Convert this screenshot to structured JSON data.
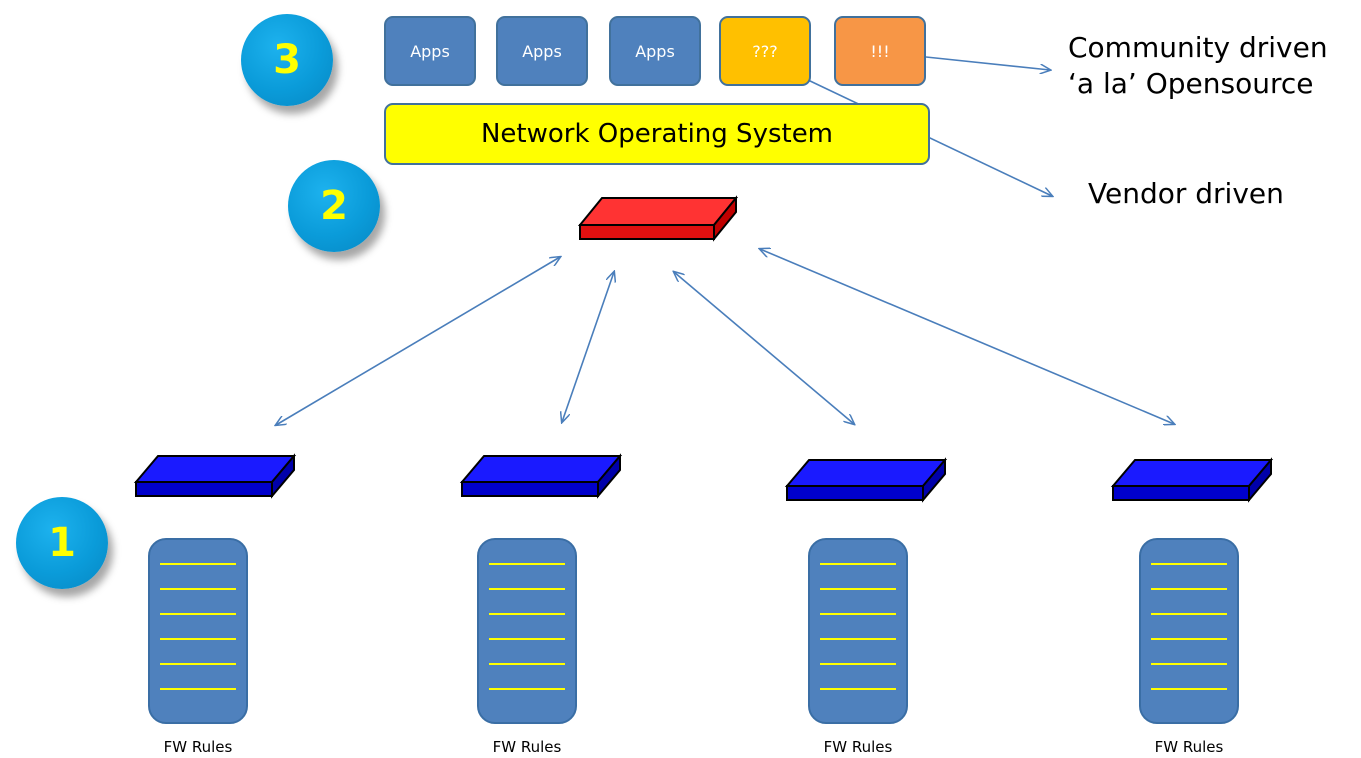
{
  "markers": {
    "one": "1",
    "two": "2",
    "three": "3"
  },
  "apps": {
    "items": [
      "Apps",
      "Apps",
      "Apps",
      "???",
      "!!!"
    ],
    "colors": [
      "#4f81bd",
      "#4f81bd",
      "#4f81bd",
      "#ffc000",
      "#f79646"
    ]
  },
  "nos": {
    "label": "Network Operating System",
    "color": "#ffff00"
  },
  "labels": {
    "community_line1": "Community driven",
    "community_line2": "‘a la’ Opensource",
    "vendor": "Vendor driven"
  },
  "firewalls": {
    "label": "FW Rules",
    "count": 4,
    "rule_lines": 6
  },
  "colors": {
    "controller_switch": "#ff3333",
    "edge_switch": "#1a1aff",
    "arrows": "#4a7ebb",
    "marker_text": "#ffff00"
  }
}
